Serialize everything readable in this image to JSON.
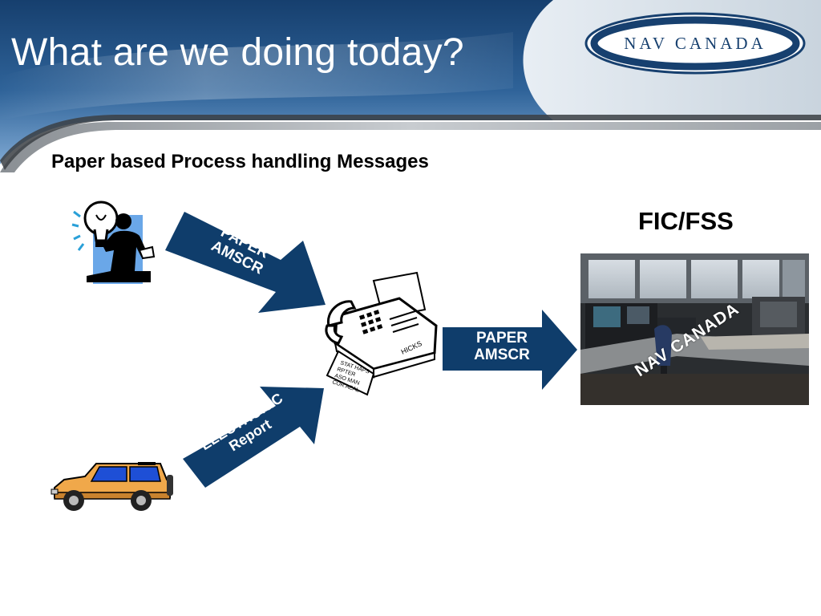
{
  "slide": {
    "title": "What are we doing today?",
    "subtitle": "Paper based Process handling Messages",
    "logo_text": "NAV CANADA"
  },
  "diagram": {
    "destination_label": "FIC/FSS",
    "arrows": [
      {
        "id": "pilot-to-fax",
        "line1": "PAPER",
        "line2": "AMSCR"
      },
      {
        "id": "vehicle-to-fax",
        "line1": "ELECTRONIC",
        "line2": "Report"
      },
      {
        "id": "fax-to-fic",
        "line1": "PAPER",
        "line2": "AMSCR"
      }
    ],
    "photo_overlay": "NAV CANADA",
    "fax_sheet_lines": [
      "STAT HAPS",
      "RPTER",
      "ASO MAN",
      "COR AEAL"
    ],
    "fax_brand": "HICKS"
  },
  "colors": {
    "banner_dark": "#1c4a7e",
    "banner_light": "#6e9cc9",
    "arrow_fill": "#0f3d6b",
    "text_black": "#000000",
    "white": "#ffffff"
  }
}
